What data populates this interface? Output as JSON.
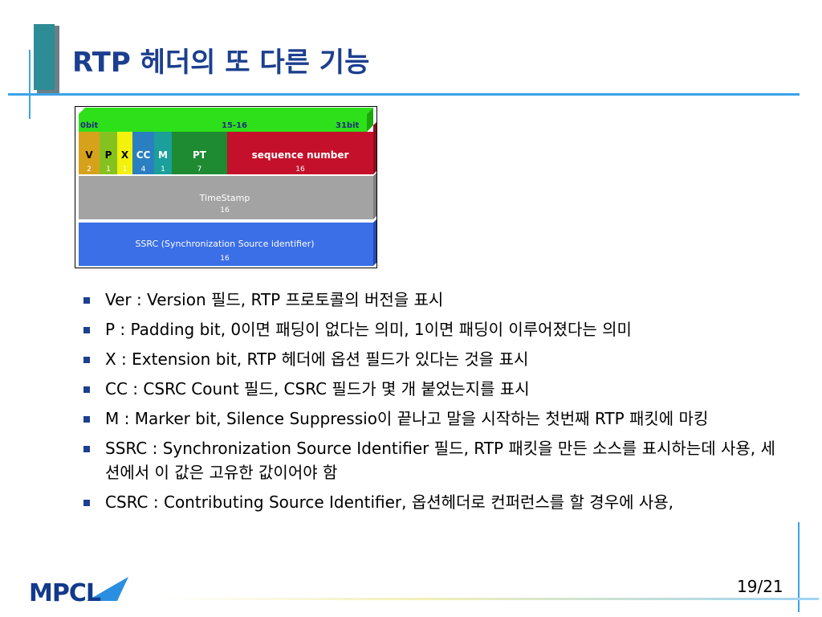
{
  "slide": {
    "title": "RTP 헤더의 또 다른 기능",
    "page_number": "19/21"
  },
  "figure": {
    "ruler": {
      "left": "0bit",
      "mid": "15-16",
      "right": "31bit"
    },
    "fields": [
      {
        "label": "V",
        "bits": "2",
        "color": "#d6a21c"
      },
      {
        "label": "P",
        "bits": "1",
        "color": "#86c21f"
      },
      {
        "label": "X",
        "bits": "1",
        "color": "#f2f20d"
      },
      {
        "label": "CC",
        "bits": "4",
        "color": "#2a7fc0"
      },
      {
        "label": "M",
        "bits": "1",
        "color": "#1a9f9a"
      },
      {
        "label": "PT",
        "bits": "7",
        "color": "#1e8a32"
      },
      {
        "label": "sequence number",
        "bits": "16",
        "color": "#c4102a"
      }
    ],
    "timestamp": {
      "label": "TimeStamp",
      "bits": "16",
      "color": "#a3a3a3"
    },
    "ssrc": {
      "label": "SSRC (Synchronization Source identifier)",
      "bits": "16",
      "color": "#3b6fe8"
    },
    "top_bar_color": "#2ee01a"
  },
  "bullets": [
    "Ver : Version 필드, RTP 프로토콜의 버전을 표시",
    "P : Padding bit, 0이면 패딩이 없다는 의미, 1이면 패딩이 이루어졌다는 의미",
    "X : Extension bit, RTP 헤더에 옵션 필드가 있다는 것을 표시",
    "CC : CSRC Count 필드, CSRC 필드가 몇 개 붙었는지를 표시",
    "M : Marker bit, Silence Suppressio이 끝나고 말을 시작하는 첫번째 RTP 패킷에 마킹",
    "SSRC : Synchronization Source Identifier 필드, RTP 패킷을 만든 소스를 표시하는데 사용, 세션에서 이 값은 고유한 값이어야 함",
    "CSRC : Contributing Source Identifier, 옵션헤더로 컨퍼런스를 할 경우에 사용,"
  ],
  "logo": {
    "text": "MPCL",
    "colors": {
      "dark": "#123a8c",
      "accent": "#2a8fe0"
    }
  }
}
